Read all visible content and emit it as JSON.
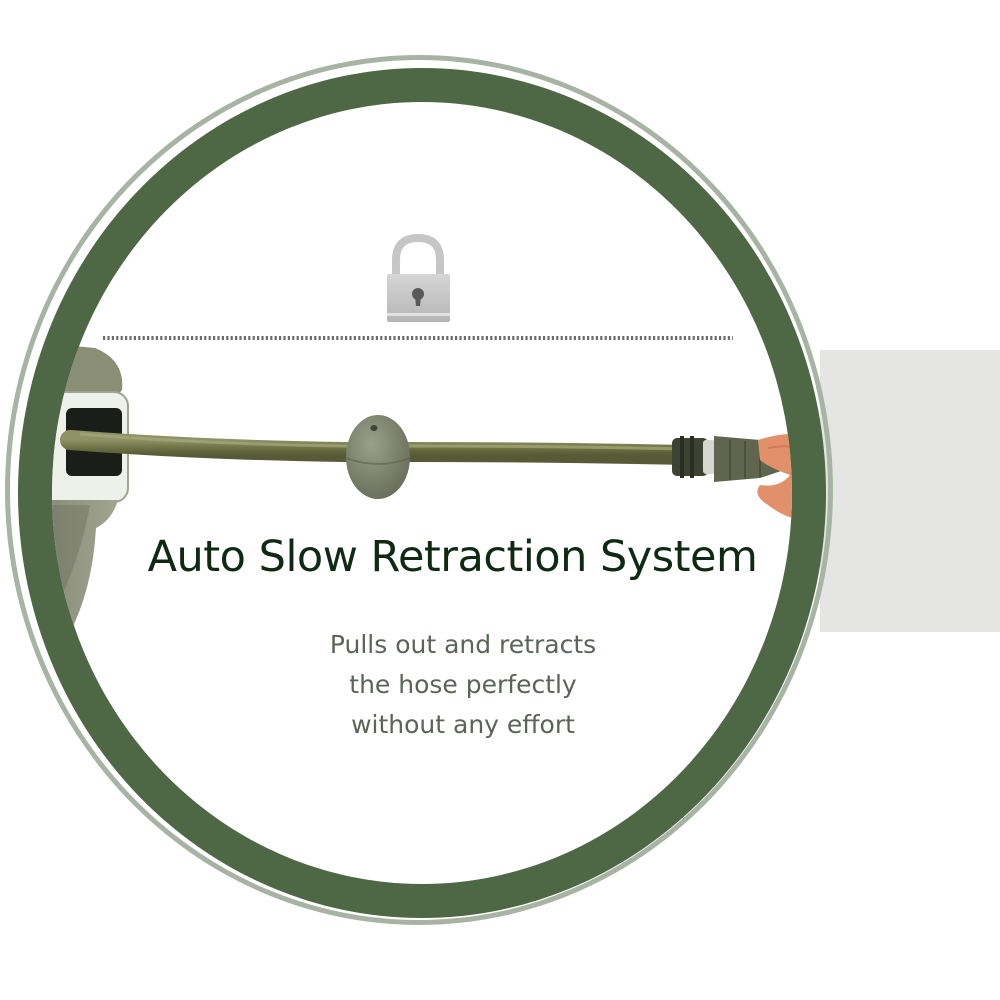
{
  "colors": {
    "background": "#ffffff",
    "ring": "#4e6845",
    "ring_outline": "#a7b4a3",
    "side_panel": "#e5e6e4",
    "title_text": "#0e2a12",
    "subtitle_text": "#5a6457",
    "hose": "#7b7f52",
    "reel_body": "#8e9279",
    "lock": "#c8c8c8"
  },
  "icons": {
    "lock": "padlock-icon"
  },
  "feature": {
    "title": "Auto Slow Retraction System",
    "subtitle_lines": [
      "Pulls out and retracts",
      "the hose perfectly",
      "without any effort"
    ]
  }
}
